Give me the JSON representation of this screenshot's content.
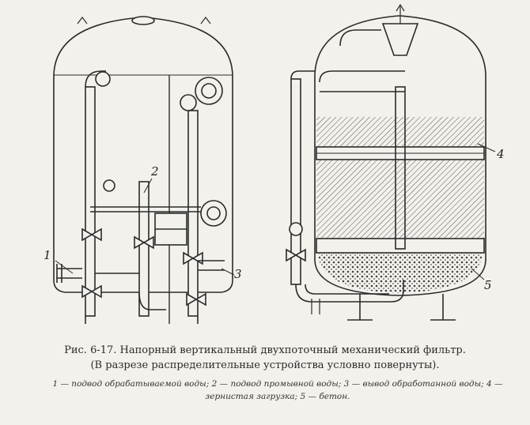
{
  "figure": {
    "caption_line1": "Рис. 6-17. Напорный вертикальный двухпоточный механический фильтр.",
    "caption_line2": "(В разрезе распределительные устройства условно повернуты).",
    "legend": "1 — подвод обрабатываемой воды; 2 — подвод промывной воды; 3 — вывод обработанной воды; 4 — зернистая загрузка; 5 — бетон.",
    "labels": {
      "n1": "1",
      "n2": "2",
      "n3": "3",
      "n4": "4",
      "n5": "5"
    }
  },
  "colors": {
    "ink": "#2b2b2b",
    "paper": "#f3f1ec",
    "media": "#cfcbc3"
  }
}
